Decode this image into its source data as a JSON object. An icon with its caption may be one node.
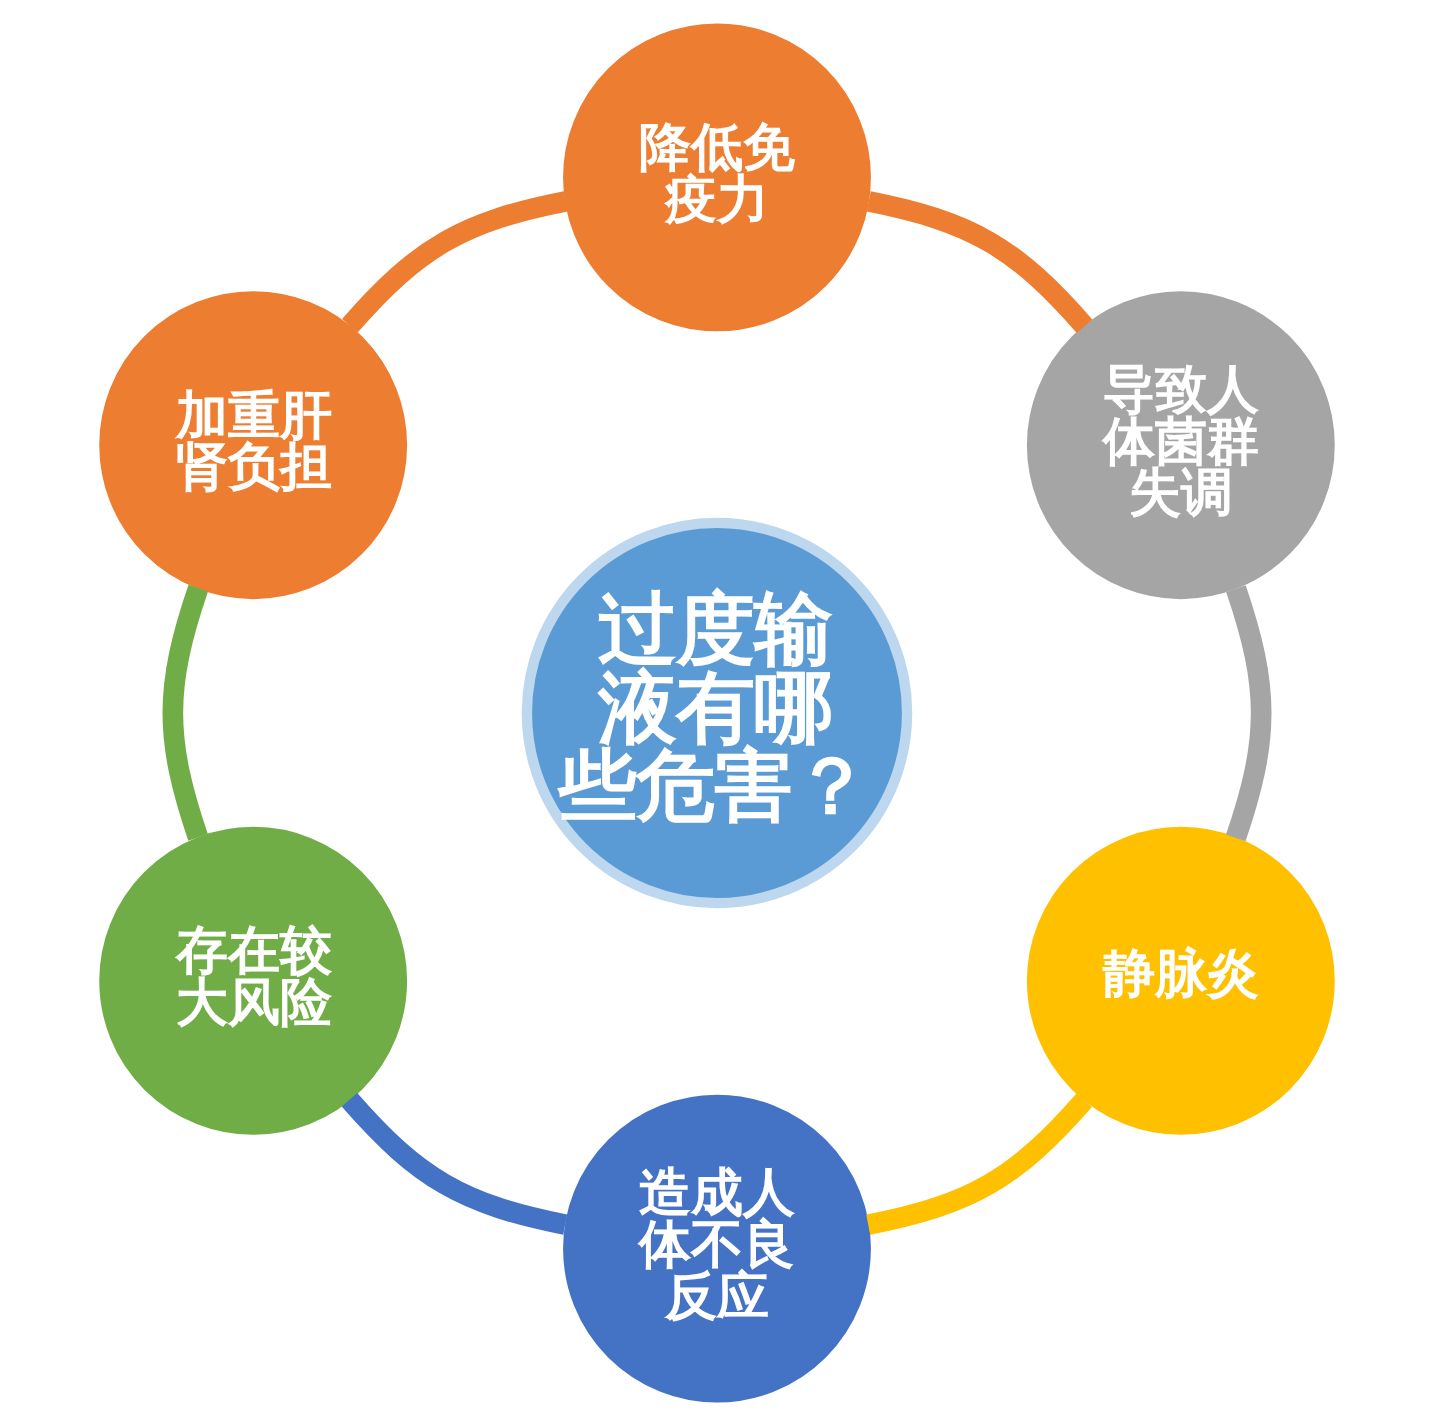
{
  "diagram": {
    "nodes": [
      {
        "text": [
          "过度输液有哪些危害？"
        ]
      },
      {
        "text": [
          "降低免疫力"
        ]
      },
      {
        "text": [
          "导致人体菌群失调"
        ]
      },
      {
        "text": [
          "静脉炎"
        ]
      },
      {
        "text": [
          "造成人体不良反应"
        ]
      },
      {
        "text": [
          "存在较大风险"
        ]
      },
      {
        "text": [
          "加重肝肾负担"
        ]
      }
    ],
    "edges": [
      {
        "from": 2,
        "to": 1,
        "arrow": "none",
        "color": "#ed7d31"
      },
      {
        "from": 3,
        "to": 2,
        "arrow": "none",
        "color": "#a5a5a5"
      },
      {
        "from": 4,
        "to": 3,
        "arrow": "none",
        "color": "#ffc000"
      },
      {
        "from": 5,
        "to": 4,
        "arrow": "none",
        "color": "#4472c4"
      },
      {
        "from": 6,
        "to": 5,
        "arrow": "none",
        "color": "#70ad47"
      },
      {
        "from": 1,
        "to": 6,
        "arrow": "none",
        "color": "#ed7d31"
      }
    ]
  }
}
